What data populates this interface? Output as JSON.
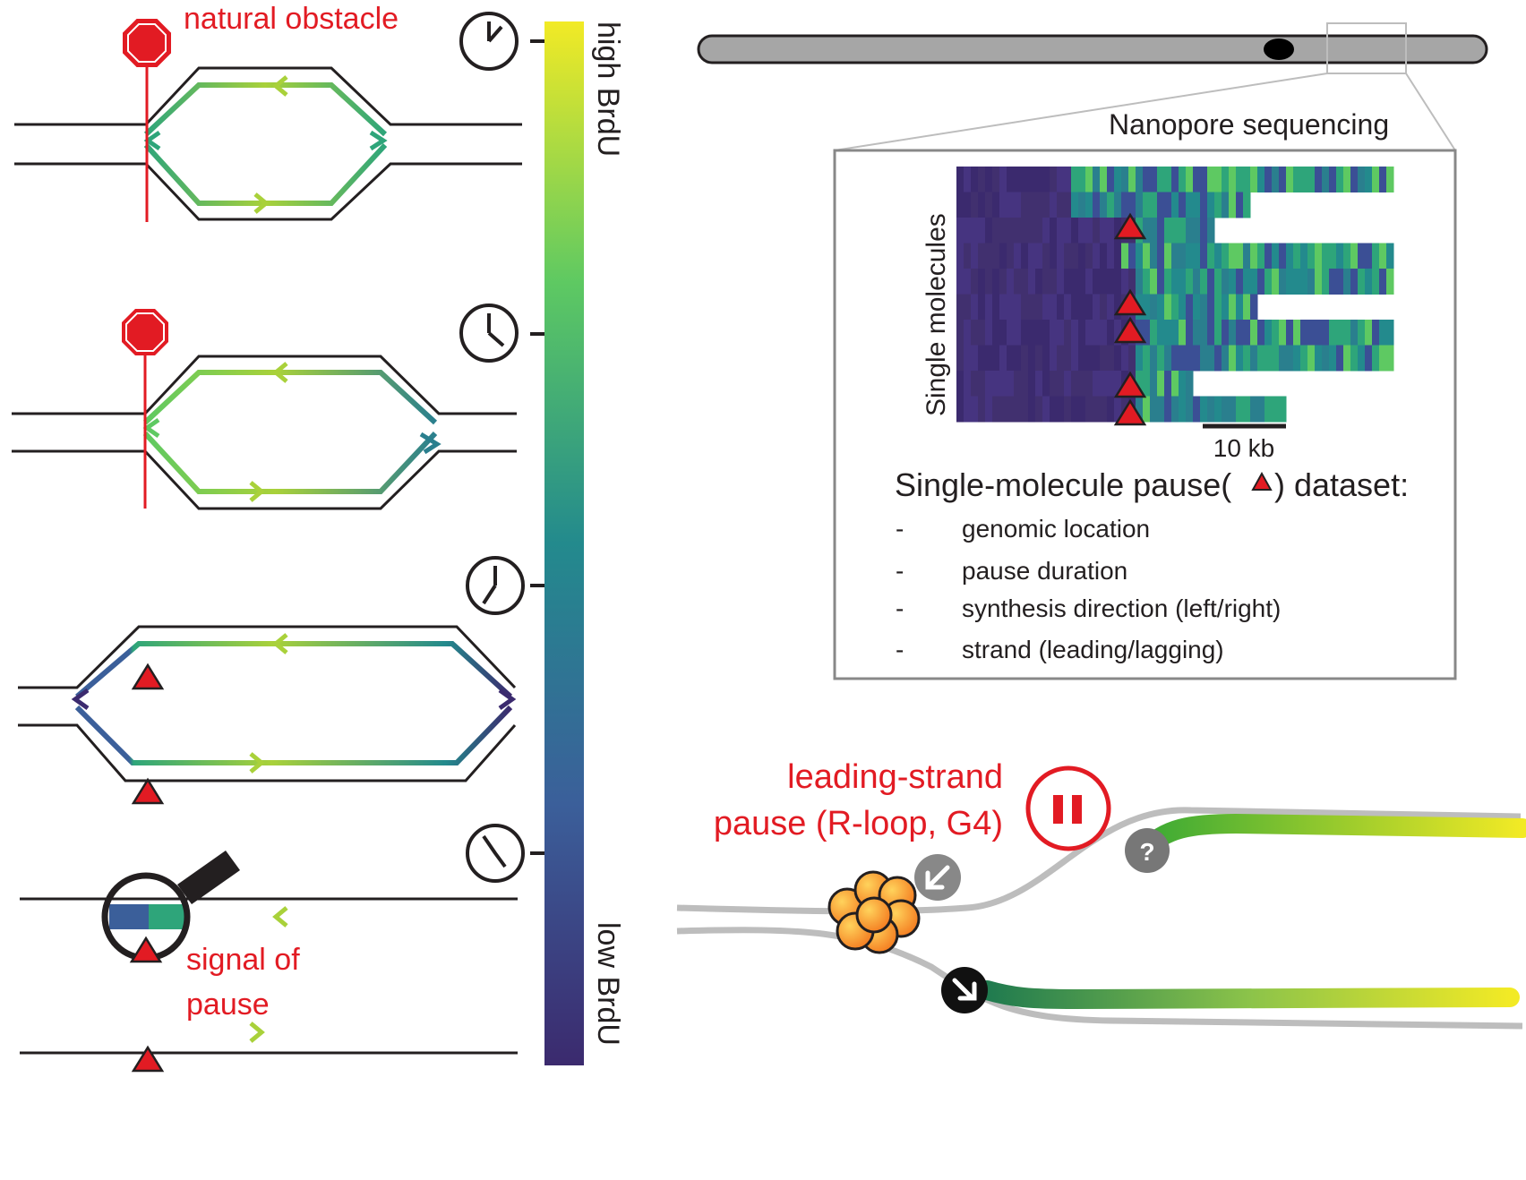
{
  "labels": {
    "natural_obstacle": "natural obstacle",
    "high_brdu": "high BrdU",
    "low_brdu": "low BrdU",
    "signal_of_pause_line1": "signal of",
    "signal_of_pause_line2": "pause",
    "nanopore": "Nanopore sequencing",
    "single_molecules": "Single molecules",
    "scale_bar": "10 kb",
    "dataset_title_prefix": "Single-molecule pause(",
    "dataset_title_suffix": ") dataset:",
    "leading_pause_line1": "leading-strand",
    "leading_pause_line2": "pause (R-loop, G4)"
  },
  "dataset_items": [
    {
      "dash": "-",
      "text": "genomic location"
    },
    {
      "dash": "-",
      "text": "pause duration"
    },
    {
      "dash": "-",
      "text": "synthesis direction (left/right)"
    },
    {
      "dash": "-",
      "text": "strand (leading/lagging)"
    }
  ],
  "fork_markers": {
    "unknown": "?"
  },
  "colors": {
    "pause_red": "#e21b23",
    "dna_black": "#231f20",
    "chromosome_gray": "#a6a6a6",
    "viridis_low": "#3b2a6e",
    "viridis_mid": "#238a8d",
    "viridis_high": "#f2ea25",
    "helicase_orange": "#f7941d"
  }
}
